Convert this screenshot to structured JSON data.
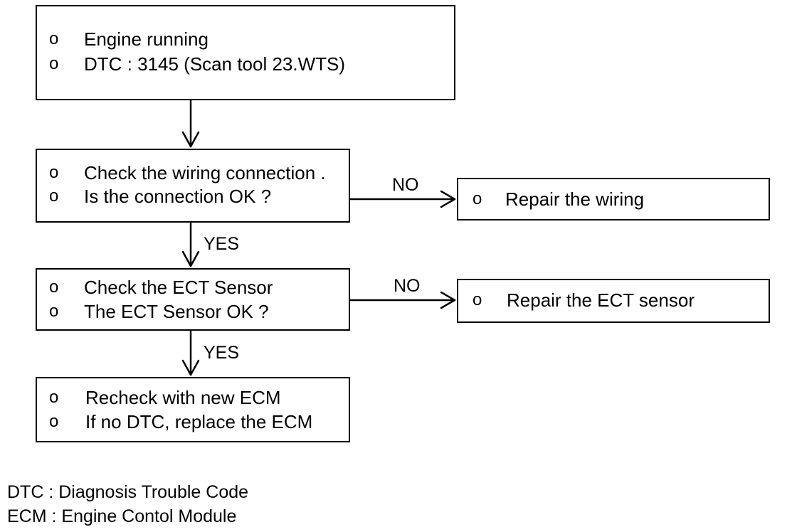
{
  "flowchart": {
    "start": {
      "items": [
        "Engine running",
        "DTC : 3145 (Scan tool 23.WTS)"
      ]
    },
    "check_wiring": {
      "items": [
        "Check the wiring connection .",
        "Is the connection OK ?"
      ]
    },
    "repair_wiring": {
      "items": [
        "Repair the wiring"
      ]
    },
    "check_ect": {
      "items": [
        "Check the ECT Sensor",
        "The ECT Sensor OK ?"
      ]
    },
    "repair_ect": {
      "items": [
        "Repair the ECT sensor"
      ]
    },
    "recheck": {
      "items": [
        "Recheck with new ECM",
        "If no DTC, replace the ECM"
      ]
    },
    "bullet": "o",
    "labels": {
      "no": "NO",
      "yes": "YES"
    }
  },
  "legend": {
    "dtc": "DTC : Diagnosis Trouble Code",
    "ecm": "ECM : Engine Contol Module"
  }
}
